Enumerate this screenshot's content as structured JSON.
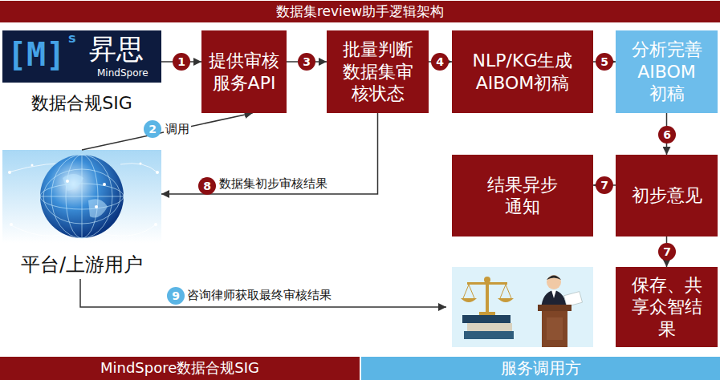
{
  "diagram": {
    "title": "数据集review助手逻辑架构",
    "nodes": [
      {
        "text": [
          "[M]",
          "s",
          "昇思",
          "MindSpore",
          "数据合规SIG"
        ]
      },
      {
        "text": [
          "提供审核服务API"
        ]
      },
      {
        "text": [
          "批量判断数据集审核状态"
        ]
      },
      {
        "text": [
          "NLP/KG生成AIBOM初稿"
        ]
      },
      {
        "text": [
          "分析完善AIBOM初稿"
        ]
      },
      {
        "text": [
          "平台/上游用户"
        ]
      },
      {
        "text": [
          "结果异步通知"
        ]
      },
      {
        "text": [
          "初步意见"
        ]
      },
      {
        "text": [
          "保存、共享众智结果"
        ]
      }
    ],
    "edges": [
      {
        "from": 0,
        "to": 1,
        "arrow": "to"
      },
      {
        "from": 1,
        "to": 2,
        "arrow": "to"
      },
      {
        "from": 2,
        "to": 3,
        "arrow": "to"
      },
      {
        "from": 3,
        "to": 4,
        "arrow": "to"
      },
      {
        "from": 5,
        "to": 1,
        "label": "调用",
        "arrow": "to"
      },
      {
        "from": 4,
        "to": 7,
        "arrow": "to"
      },
      {
        "from": 7,
        "to": 6,
        "arrow": "to"
      },
      {
        "from": 7,
        "to": 8,
        "arrow": "to"
      },
      {
        "from": 2,
        "to": 5,
        "label": "数据集初步审核结果",
        "arrow": "to"
      }
    ],
    "labels": [
      "1",
      "2",
      "3",
      "4",
      "5",
      "6",
      "7",
      "7",
      "8",
      "9",
      "咨询律师获取最终审核结果"
    ],
    "legend": [
      {
        "text": "MindSpore数据合规SIG",
        "color": "#8B0E12"
      },
      {
        "text": "服务调用方",
        "color": "#5BB5E5"
      }
    ]
  }
}
